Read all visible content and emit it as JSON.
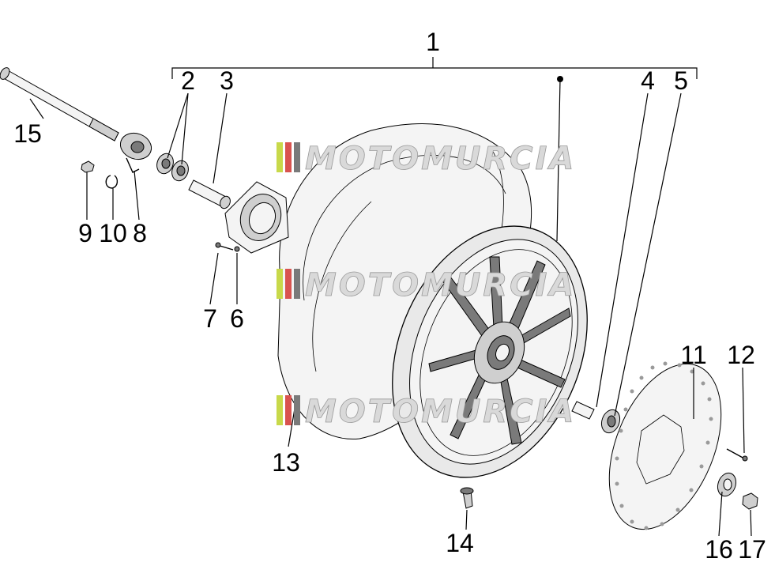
{
  "diagram": {
    "callouts": [
      "1",
      "2",
      "3",
      "4",
      "5",
      "6",
      "7",
      "8",
      "9",
      "10",
      "11",
      "12",
      "13",
      "14",
      "15",
      "16",
      "17"
    ]
  },
  "watermark": {
    "text": "MOTOMURCIA",
    "stripe_colors": [
      "#c8d94a",
      "#d9534f",
      "#7a7a7a"
    ]
  },
  "colors": {
    "line": "#000000",
    "fill_light": "#e9e9e9",
    "watermark_text": "#d9d9d9"
  }
}
